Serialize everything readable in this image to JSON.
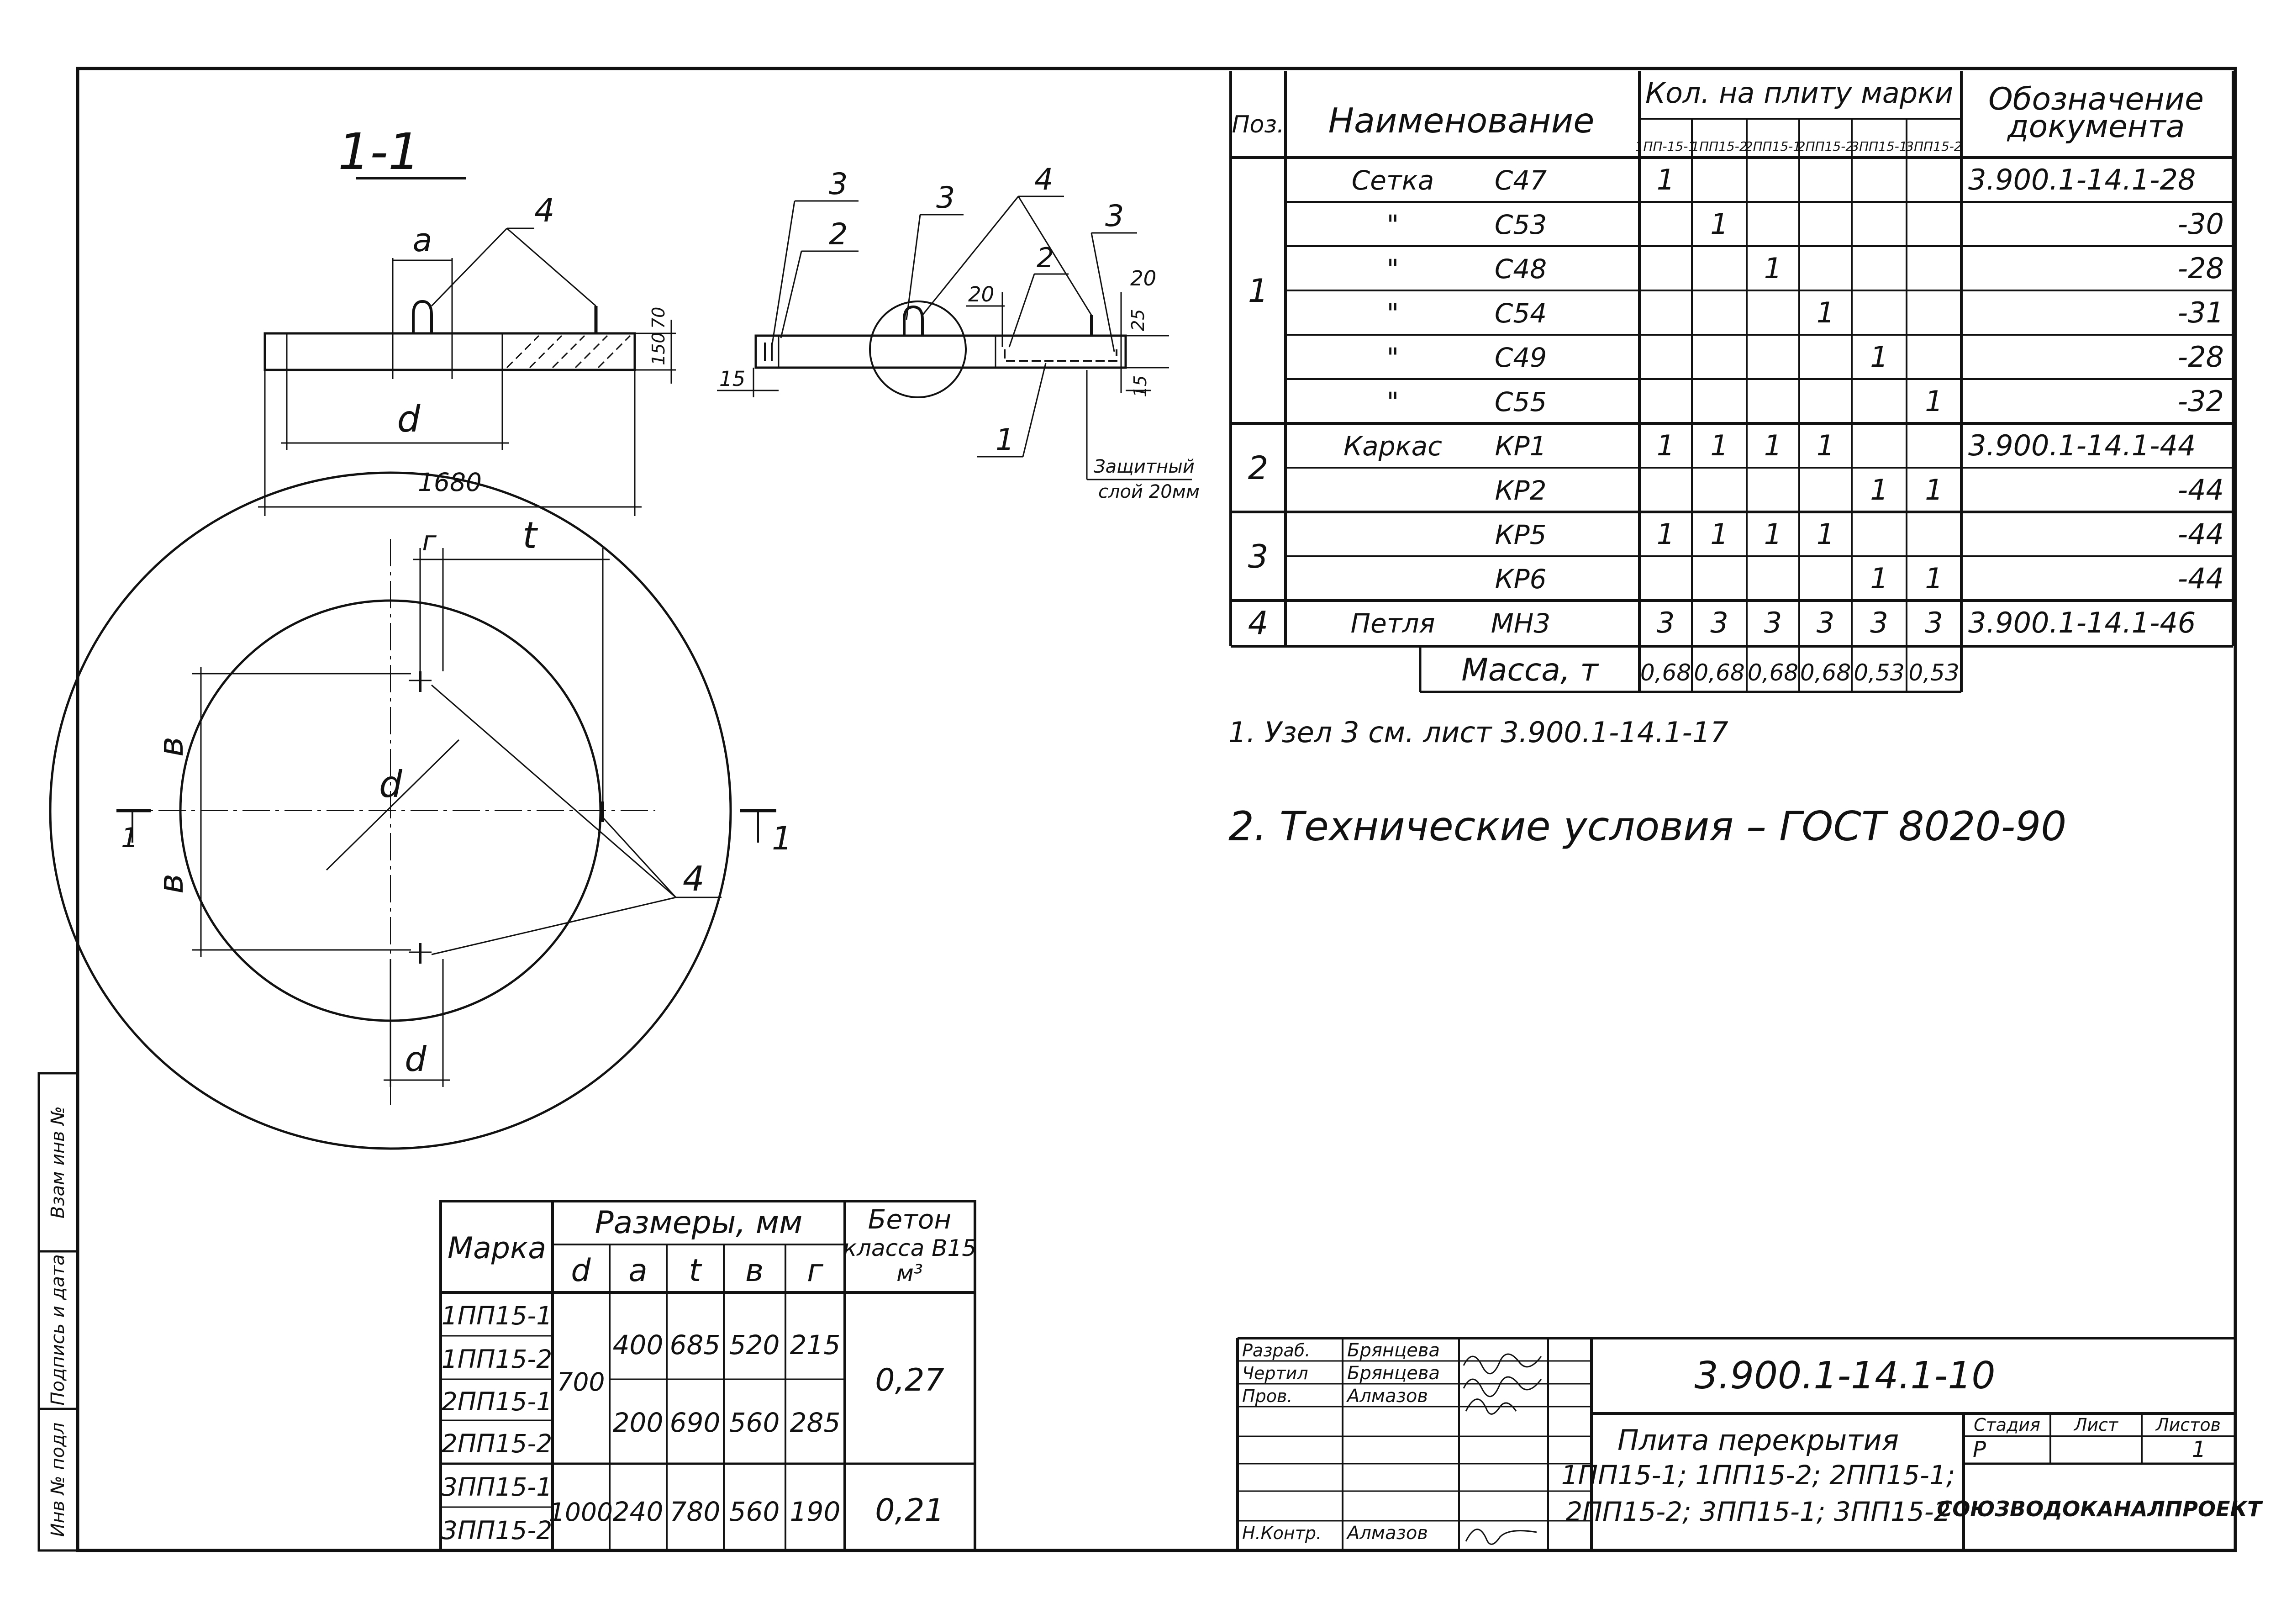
{
  "section_label": "1-1",
  "section_view": {
    "dim_a": "a",
    "dim_d": "d",
    "dim_total": "1680",
    "leader_pos": "4",
    "dim_150": "150",
    "dim_70": "70"
  },
  "node_view": {
    "pos3_left": "3",
    "pos2_left": "2",
    "pos3_mid": "3",
    "pos4_mid": "4",
    "pos3_right": "3",
    "dim_20_left": "20",
    "pos2_right": "2",
    "dim_20_right": "20",
    "dim_25": "25",
    "dim_15_left": "15",
    "dim_15_right": "15",
    "pos1": "1",
    "note_line1": "Защитный",
    "note_line2": "слой 20мм"
  },
  "plan_view": {
    "dim_g": "г",
    "dim_t": "t",
    "dim_v_top": "в",
    "dim_v_bottom": "в",
    "dim_d_inner": "d",
    "dim_d_bottom": "d",
    "cut_left": "1",
    "cut_right": "1",
    "leader_pos": "4"
  },
  "spec_table": {
    "headers": {
      "pos": "Поз.",
      "name": "Наименование",
      "qty": "Кол. на плиту марки",
      "doc_line1": "Обозначение",
      "doc_line2": "документа"
    },
    "brands": [
      "1ПП-15-1",
      "1ПП15-2",
      "2ПП15-1",
      "2ПП15-2",
      "3ПП15-1",
      "3ПП15-2"
    ],
    "rows": [
      {
        "pos": "1",
        "name": "Сетка",
        "mark": "С47",
        "q": [
          "1",
          "",
          "",
          "",
          "",
          ""
        ],
        "doc": "3.900.1-14.1-28"
      },
      {
        "pos": "",
        "name": "\"",
        "mark": "С53",
        "q": [
          "",
          "1",
          "",
          "",
          "",
          ""
        ],
        "doc": "-30"
      },
      {
        "pos": "",
        "name": "\"",
        "mark": "С48",
        "q": [
          "",
          "",
          "1",
          "",
          "",
          ""
        ],
        "doc": "-28"
      },
      {
        "pos": "",
        "name": "\"",
        "mark": "С54",
        "q": [
          "",
          "",
          "",
          "1",
          "",
          ""
        ],
        "doc": "-31"
      },
      {
        "pos": "",
        "name": "\"",
        "mark": "С49",
        "q": [
          "",
          "",
          "",
          "",
          "1",
          ""
        ],
        "doc": "-28"
      },
      {
        "pos": "",
        "name": "\"",
        "mark": "С55",
        "q": [
          "",
          "",
          "",
          "",
          "",
          "1"
        ],
        "doc": "-32"
      },
      {
        "pos": "2",
        "name": "Каркас",
        "mark": "КР1",
        "q": [
          "1",
          "1",
          "1",
          "1",
          "",
          ""
        ],
        "doc": "3.900.1-14.1-44"
      },
      {
        "pos": "",
        "name": "",
        "mark": "КР2",
        "q": [
          "",
          "",
          "",
          "",
          "1",
          "1"
        ],
        "doc": "-44"
      },
      {
        "pos": "3",
        "name": "",
        "mark": "КР5",
        "q": [
          "1",
          "1",
          "1",
          "1",
          "",
          ""
        ],
        "doc": "-44"
      },
      {
        "pos": "",
        "name": "",
        "mark": "КР6",
        "q": [
          "",
          "",
          "",
          "",
          "1",
          "1"
        ],
        "doc": "-44"
      },
      {
        "pos": "4",
        "name": "Петля",
        "mark": "МН3",
        "q": [
          "3",
          "3",
          "3",
          "3",
          "3",
          "3"
        ],
        "doc": "3.900.1-14.1-46"
      }
    ],
    "mass_label": "Масса, т",
    "mass_values": [
      "0,68",
      "0,68",
      "0,68",
      "0,68",
      "0,53",
      "0,53"
    ]
  },
  "notes": {
    "note1": "1. Узел 3 см. лист 3.900.1-14.1-17",
    "note2": "2. Технические условия – ГОСТ 8020-90"
  },
  "dims_table": {
    "marka": "Марка",
    "sizes": "Размеры, мм",
    "concrete_line1": "Бетон",
    "concrete_line2": "класса В15",
    "concrete_line3": "м³",
    "cols": [
      "d",
      "a",
      "t",
      "в",
      "г"
    ],
    "marks": [
      "1ПП15-1",
      "1ПП15-2",
      "2ПП15-1",
      "2ПП15-2",
      "3ПП15-1",
      "3ПП15-2"
    ],
    "groups": [
      {
        "a": "400",
        "t": "685",
        "v": "520",
        "g": "215"
      },
      {
        "a": "200",
        "t": "690",
        "v": "560",
        "g": "285"
      },
      {
        "a": "240",
        "t": "780",
        "v": "560",
        "g": "190"
      }
    ],
    "d_values": [
      "700",
      "1000"
    ],
    "concrete": [
      "0,27",
      "0,21"
    ]
  },
  "title_block": {
    "doc_code": "3.900.1-14.1-10",
    "roles": [
      "Разраб.",
      "Чертил",
      "Пров.",
      "Н.Контр."
    ],
    "names": [
      "Брянцева",
      "Брянцева",
      "Алмазов",
      "Алмазов"
    ],
    "title_line1": "Плита перекрытия",
    "title_line2": "1ПП15-1; 1ПП15-2; 2ПП15-1;",
    "title_line3": "2ПП15-2; 3ПП15-1; 3ПП15-2",
    "stage_label": "Стадия",
    "sheet_label": "Лист",
    "sheets_label": "Листов",
    "stage": "Р",
    "sheets": "1",
    "org": "СОЮЗВОДОКАНАЛПРОЕКТ"
  },
  "side_stamp": {
    "field1": "Инв № подл",
    "field2": "Подпись и дата",
    "field3": "Взам инв №"
  }
}
